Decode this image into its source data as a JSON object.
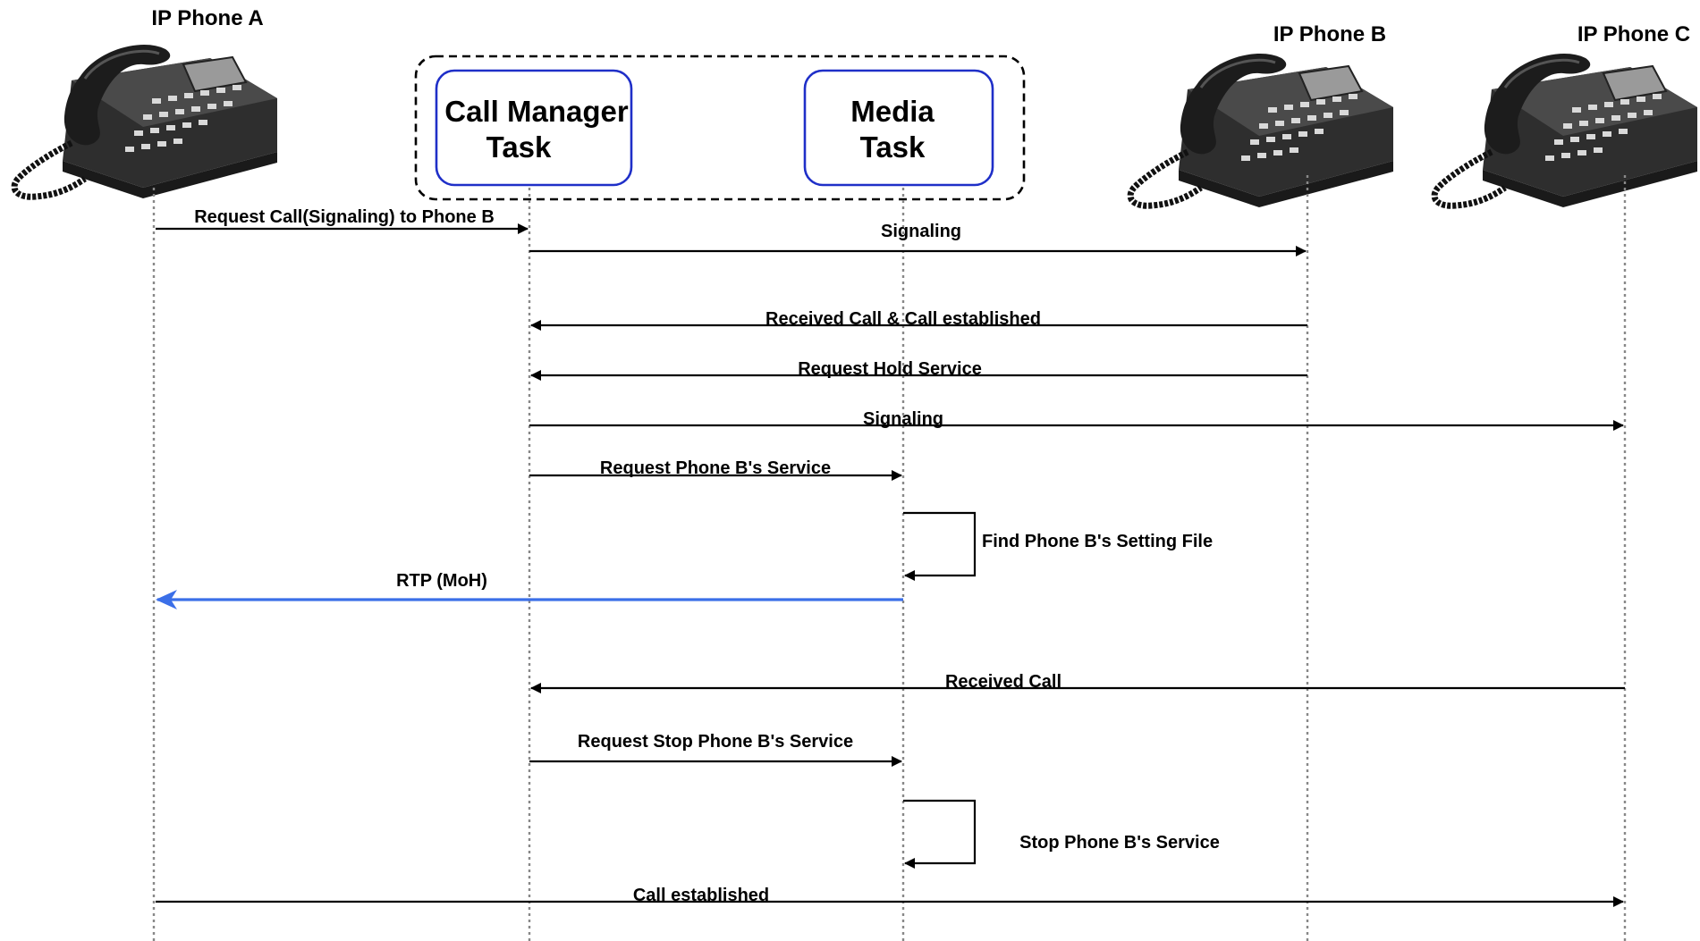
{
  "actors": {
    "phone_a": "IP Phone A",
    "phone_b": "IP Phone B",
    "phone_c": "IP Phone C"
  },
  "tasks": {
    "call_manager": [
      "Call Manager",
      "Task"
    ],
    "media": [
      "Media",
      "Task"
    ]
  },
  "messages": {
    "m1": "Request Call(Signaling) to Phone B",
    "m2": "Signaling",
    "m3": "Received Call & Call established",
    "m4": "Request Hold Service",
    "m5": "Signaling",
    "m6": "Request Phone B's Service",
    "m7": "Find Phone B's Setting File",
    "m8": "RTP (MoH)",
    "m9": "Received Call",
    "m10": "Request Stop Phone B's Service",
    "m11": "Stop Phone B's Service",
    "m12": "Call established"
  },
  "colors": {
    "rtp_arrow": "#3b6fe8",
    "task_border": "#1f2fc8"
  },
  "icons": [
    "desk-phone-icon"
  ]
}
